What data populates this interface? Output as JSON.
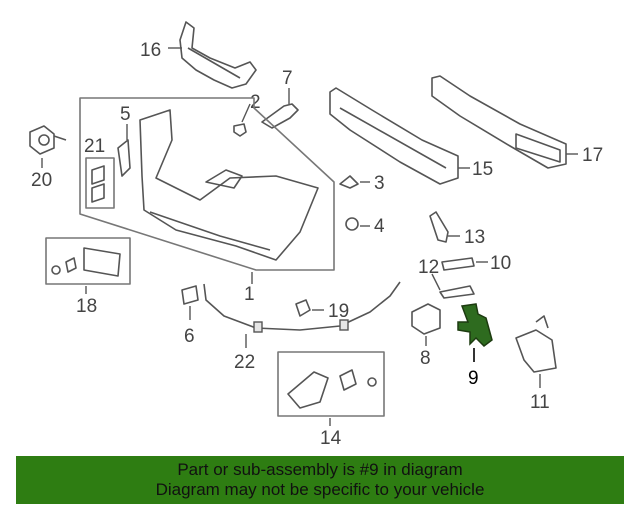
{
  "diagram": {
    "callouts": [
      {
        "id": "c1",
        "text": "1"
      },
      {
        "id": "c2",
        "text": "2"
      },
      {
        "id": "c3",
        "text": "3"
      },
      {
        "id": "c4",
        "text": "4"
      },
      {
        "id": "c5",
        "text": "5"
      },
      {
        "id": "c6",
        "text": "6"
      },
      {
        "id": "c7",
        "text": "7"
      },
      {
        "id": "c8",
        "text": "8"
      },
      {
        "id": "c9",
        "text": "9"
      },
      {
        "id": "c10",
        "text": "10"
      },
      {
        "id": "c11",
        "text": "11"
      },
      {
        "id": "c12",
        "text": "12"
      },
      {
        "id": "c13",
        "text": "13"
      },
      {
        "id": "c14",
        "text": "14"
      },
      {
        "id": "c15",
        "text": "15"
      },
      {
        "id": "c16",
        "text": "16"
      },
      {
        "id": "c17",
        "text": "17"
      },
      {
        "id": "c18",
        "text": "18"
      },
      {
        "id": "c19",
        "text": "19"
      },
      {
        "id": "c20",
        "text": "20"
      },
      {
        "id": "c21",
        "text": "21"
      },
      {
        "id": "c22",
        "text": "22"
      }
    ],
    "highlight_color": "#2e6b1f"
  },
  "banner": {
    "line1": "Part or sub-assembly is #9 in diagram",
    "line2": "Diagram may not be specific to your vehicle",
    "background": "#2e7d12"
  }
}
